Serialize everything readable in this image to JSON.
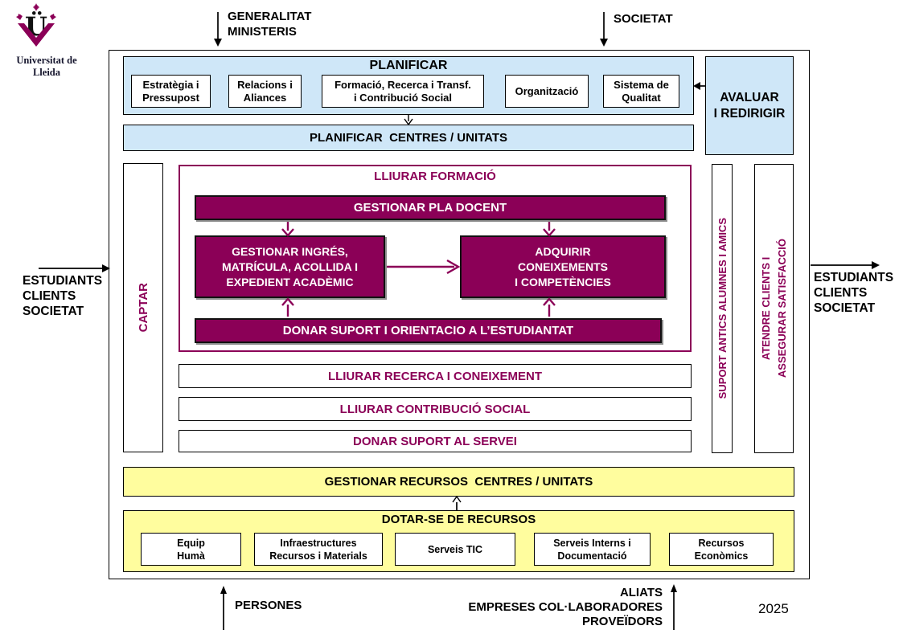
{
  "header": {
    "logo_caption": "Universitat de Lleida",
    "generalitat": "GENERALITAT\nMINISTERIS",
    "societat": "SOCIETAT"
  },
  "flows": {
    "left_input": "ESTUDIANTS\nCLIENTS\nSOCIETAT",
    "right_output": "ESTUDIANTS\nCLIENTS\nSOCIETAT",
    "persones": "PERSONES",
    "aliats": "ALIATS\nEMPRESES COL·LABORADORES\nPROVEÏDORS"
  },
  "planificar": {
    "title": "PLANIFICAR",
    "items": [
      "Estratègia i\nPressupost",
      "Relacions i\nAliances",
      "Formació, Recerca i Transf.\ni Contribució Social",
      "Organització",
      "Sistema de\nQualitat"
    ]
  },
  "avaluar": {
    "label": "AVALUAR\nI REDIRIGIR"
  },
  "planificar_centres": {
    "label": "PLANIFICAR  CENTRES / UNITATS"
  },
  "captar": {
    "label": "CAPTAR"
  },
  "formacio": {
    "title": "LLIURAR FORMACIÓ",
    "pla_docent": "GESTIONAR PLA DOCENT",
    "ingres": "GESTIONAR INGRÉS,\nMATRÍCULA, ACOLLIDA I\nEXPEDIENT ACADÈMIC",
    "adquirir": "ADQUIRIR\nCONEIXEMENTS\nI COMPETÈNCIES",
    "suport": "DONAR SUPORT I ORIENTACIO A L’ESTUDIANTAT"
  },
  "delivery_bars": [
    "LLIURAR RECERCA I CONEIXEMENT",
    "LLIURAR CONTRIBUCIÓ SOCIAL",
    "DONAR SUPORT AL SERVEI"
  ],
  "right_columns": [
    "SUPORT ANTICS ALUMNES I AMICS",
    "ATENDRE CLIENTS I\nASSEGURAR SATISFACCIÓ"
  ],
  "recursos": {
    "gestionar": "GESTIONAR RECURSOS  CENTRES / UNITATS",
    "dotar_title": "DOTAR-SE DE RECURSOS",
    "items": [
      "Equip\nHumà",
      "Infraestructures\nRecursos i Materials",
      "Serveis TIC",
      "Serveis Interns i\nDocumentació",
      "Recursos\nEconòmics"
    ]
  },
  "footer": {
    "year": "2025"
  },
  "colors": {
    "magenta": "#8b0057",
    "light_blue": "#cfe7f8",
    "light_yellow": "#fffd9e"
  }
}
